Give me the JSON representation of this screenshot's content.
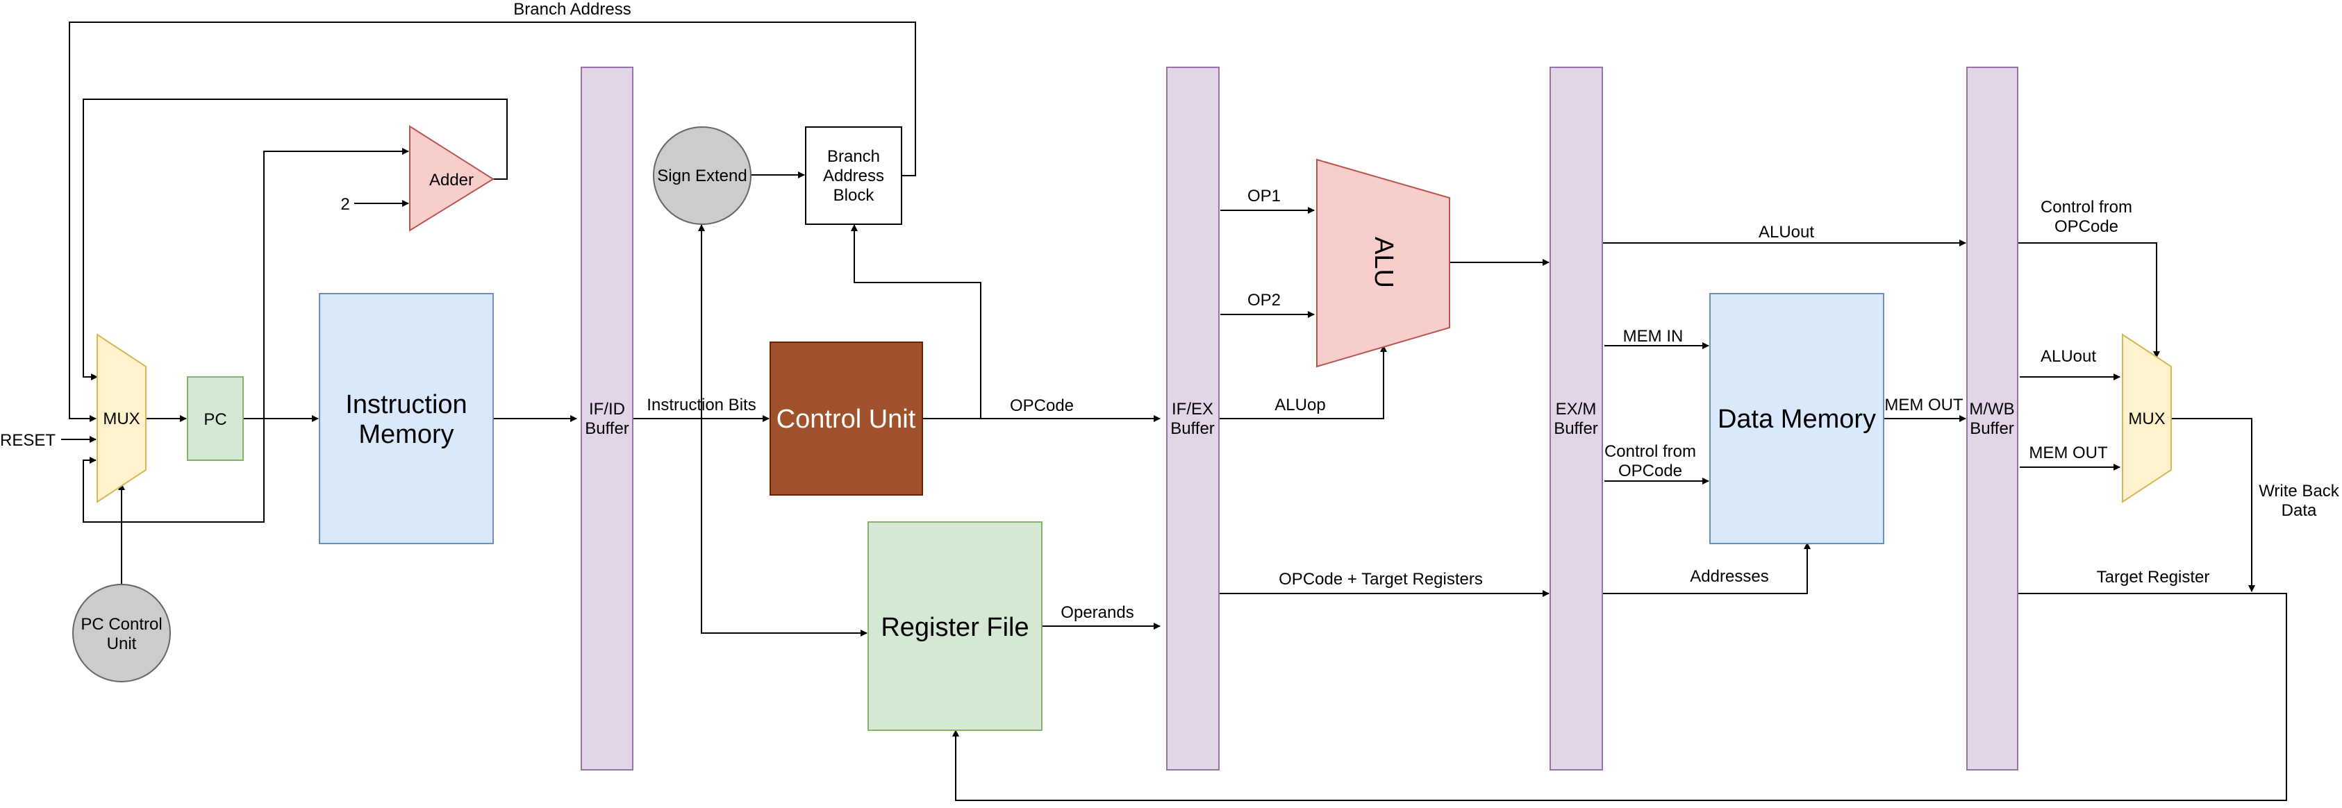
{
  "labels": {
    "branch_address": "Branch Address",
    "adder": "Adder",
    "const_two": "2",
    "mux_pc": "MUX",
    "pc": "PC",
    "reset": "RESET",
    "pc_control_unit_1": "PC Control",
    "pc_control_unit_2": "Unit",
    "instruction_memory_1": "Instruction",
    "instruction_memory_2": "Memory",
    "if_id_1": "IF/ID",
    "if_id_2": "Buffer",
    "sign_extend": "Sign Extend",
    "branch_block_1": "Branch",
    "branch_block_2": "Address",
    "branch_block_3": "Block",
    "instruction_bits": "Instruction Bits",
    "control_unit": "Control Unit",
    "opcode": "OPCode",
    "register_file": "Register File",
    "operands": "Operands",
    "if_ex_1": "IF/EX",
    "if_ex_2": "Buffer",
    "op1": "OP1",
    "op2": "OP2",
    "alu": "ALU",
    "aluop": "ALUop",
    "opcode_target_registers": "OPCode + Target Registers",
    "ex_m_1": "EX/M",
    "ex_m_2": "Buffer",
    "aluout_top": "ALUout",
    "mem_in": "MEM IN",
    "control_from_opcode_em_1": "Control from",
    "control_from_opcode_em_2": "OPCode",
    "data_memory": "Data Memory",
    "addresses": "Addresses",
    "mem_out_dm": "MEM OUT",
    "m_wb_1": "M/WB",
    "m_wb_2": "Buffer",
    "control_from_opcode_wb_1": "Control from",
    "control_from_opcode_wb_2": "OPCode",
    "aluout_wb": "ALUout",
    "mem_out_wb": "MEM OUT",
    "mux_wb": "MUX",
    "write_back_data_1": "Write Back",
    "write_back_data_2": "Data",
    "target_register": "Target Register"
  },
  "colors": {
    "buffer_fill": "#e1d5e7",
    "buffer_stroke": "#9673a6",
    "mux_fill": "#fff2cc",
    "mux_stroke": "#d6b656",
    "pc_fill": "#d5e8d4",
    "pc_stroke": "#82b366",
    "memory_fill": "#dae8fc",
    "memory_stroke": "#6c8ebf",
    "alu_fill": "#f8cecc",
    "alu_stroke": "#b85450",
    "circle_fill": "#cccccc",
    "circle_stroke": "#666666",
    "control_fill": "#a0522d",
    "control_stroke": "#6d1f00",
    "control_text": "#ffffff",
    "register_fill": "#d5e8d4",
    "register_stroke": "#82b366"
  }
}
